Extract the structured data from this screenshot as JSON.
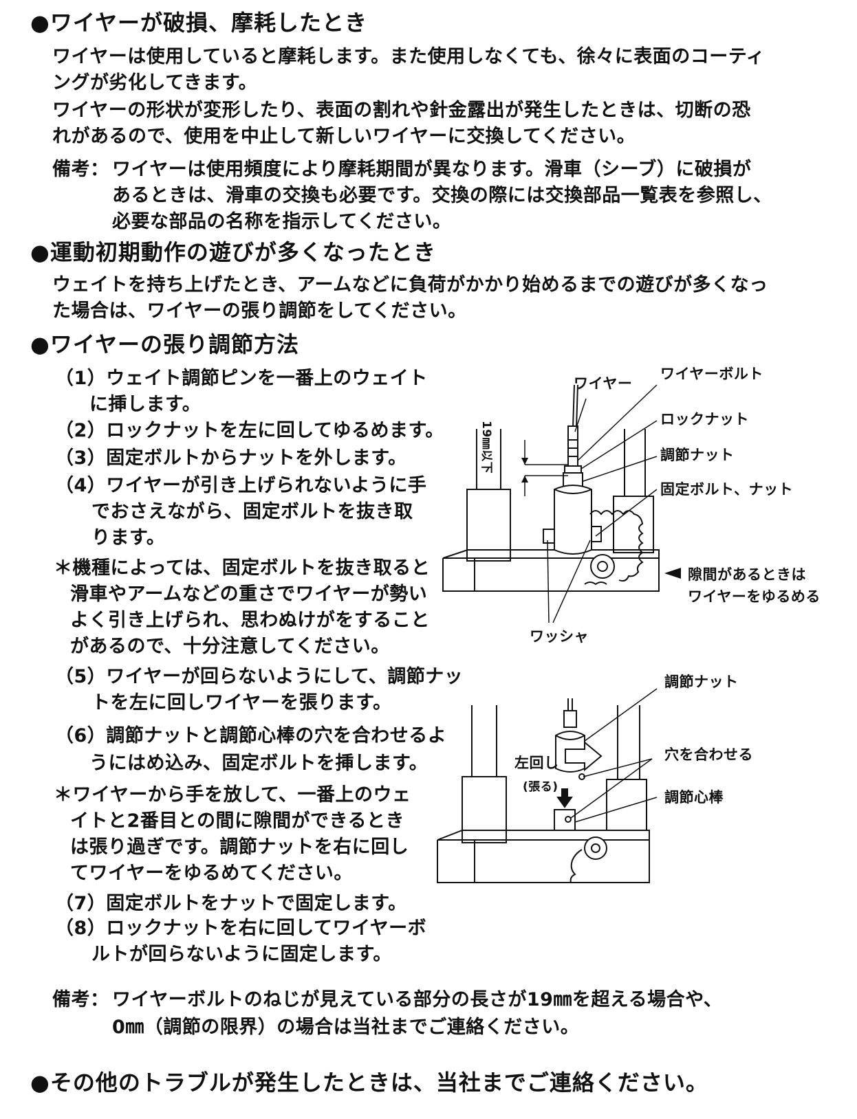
{
  "sections": {
    "wire_damage": {
      "heading": "●ワイヤーが破損、摩耗したとき",
      "lines": [
        "ワイヤーは使用していると摩耗します。また使用しなくても、徐々に表面のコーティ",
        "ングが劣化してきます。",
        "ワイヤーの形状が変形したり、表面の割れや針金露出が発生したときは、切断の恐",
        "れがあるので、使用を中止して新しいワイヤーに交換してください。"
      ],
      "note_label": "備考：",
      "note_lines": [
        "ワイヤーは使用頻度により摩耗期間が異なります。滑車（シーブ）に破損が",
        "あるときは、滑車の交換も必要です。交換の際には交換部品一覧表を参照し、",
        "必要な部品の名称を指示してください。"
      ]
    },
    "play": {
      "heading": "●運動初期動作の遊びが多くなったとき",
      "lines": [
        "ウェイトを持ち上げたとき、アームなどに負荷がかかり始めるまでの遊びが多くなっ",
        "た場合は、ワイヤーの張り調節をしてください。"
      ]
    },
    "tension": {
      "heading": "●ワイヤーの張り調節方法",
      "steps": [
        "（1）ウェイト調節ピンを一番上のウェイト",
        "に挿します。",
        "（2）ロックナットを左に回してゆるめます。",
        "（3）固定ボルトからナットを外します。",
        "（4）ワイヤーが引き上げられないように手",
        "でおさえながら、固定ボルトを抜き取",
        "ります。",
        "＊機種によっては、固定ボルトを抜き取ると",
        "滑車やアームなどの重さでワイヤーが勢い",
        "よく引き上げられ、思わぬけがをすること",
        "があるので、十分注意してください。",
        "（5）ワイヤーが回らないようにして、調節ナッ",
        "トを左に回しワイヤーを張ります。",
        "（6）調節ナットと調節心棒の穴を合わせるよ",
        "うにはめ込み、固定ボルトを挿します。",
        "＊ワイヤーから手を放して、一番上のウェ",
        "イトと2番目との間に隙間ができるとき",
        "は張り過ぎです。調節ナットを右に回し",
        "てワイヤーをゆるめてください。",
        "（7）固定ボルトをナットで固定します。",
        "（8）ロックナットを右に回してワイヤーボ",
        "ルトが回らないように固定します。"
      ],
      "note_label": "備考：",
      "note_lines": [
        "ワイヤーボルトのねじが見えている部分の長さが19㎜を超える場合や、",
        "0㎜（調節の限界）の場合は当社までご連絡ください。"
      ]
    },
    "other": {
      "heading": "●その他のトラブルが発生したときは、当社までご連絡ください。"
    }
  },
  "figure1": {
    "wire": "ワイヤー",
    "wire_bolt": "ワイヤーボルト",
    "lock_nut": "ロックナット",
    "adjust_nut": "調節ナット",
    "fixing_bolt_nut": "固定ボルト、ナット",
    "gap_note_1": "隙間があるときは",
    "gap_note_2": "ワイヤーをゆるめる",
    "washer": "ワッシャ",
    "dimension": "19㎜以下"
  },
  "figure2": {
    "adjust_nut": "調節ナット",
    "align_holes": "穴を合わせる",
    "adjust_core": "調節心棒",
    "turn_left": "左回し",
    "tighten": "(張る)"
  }
}
